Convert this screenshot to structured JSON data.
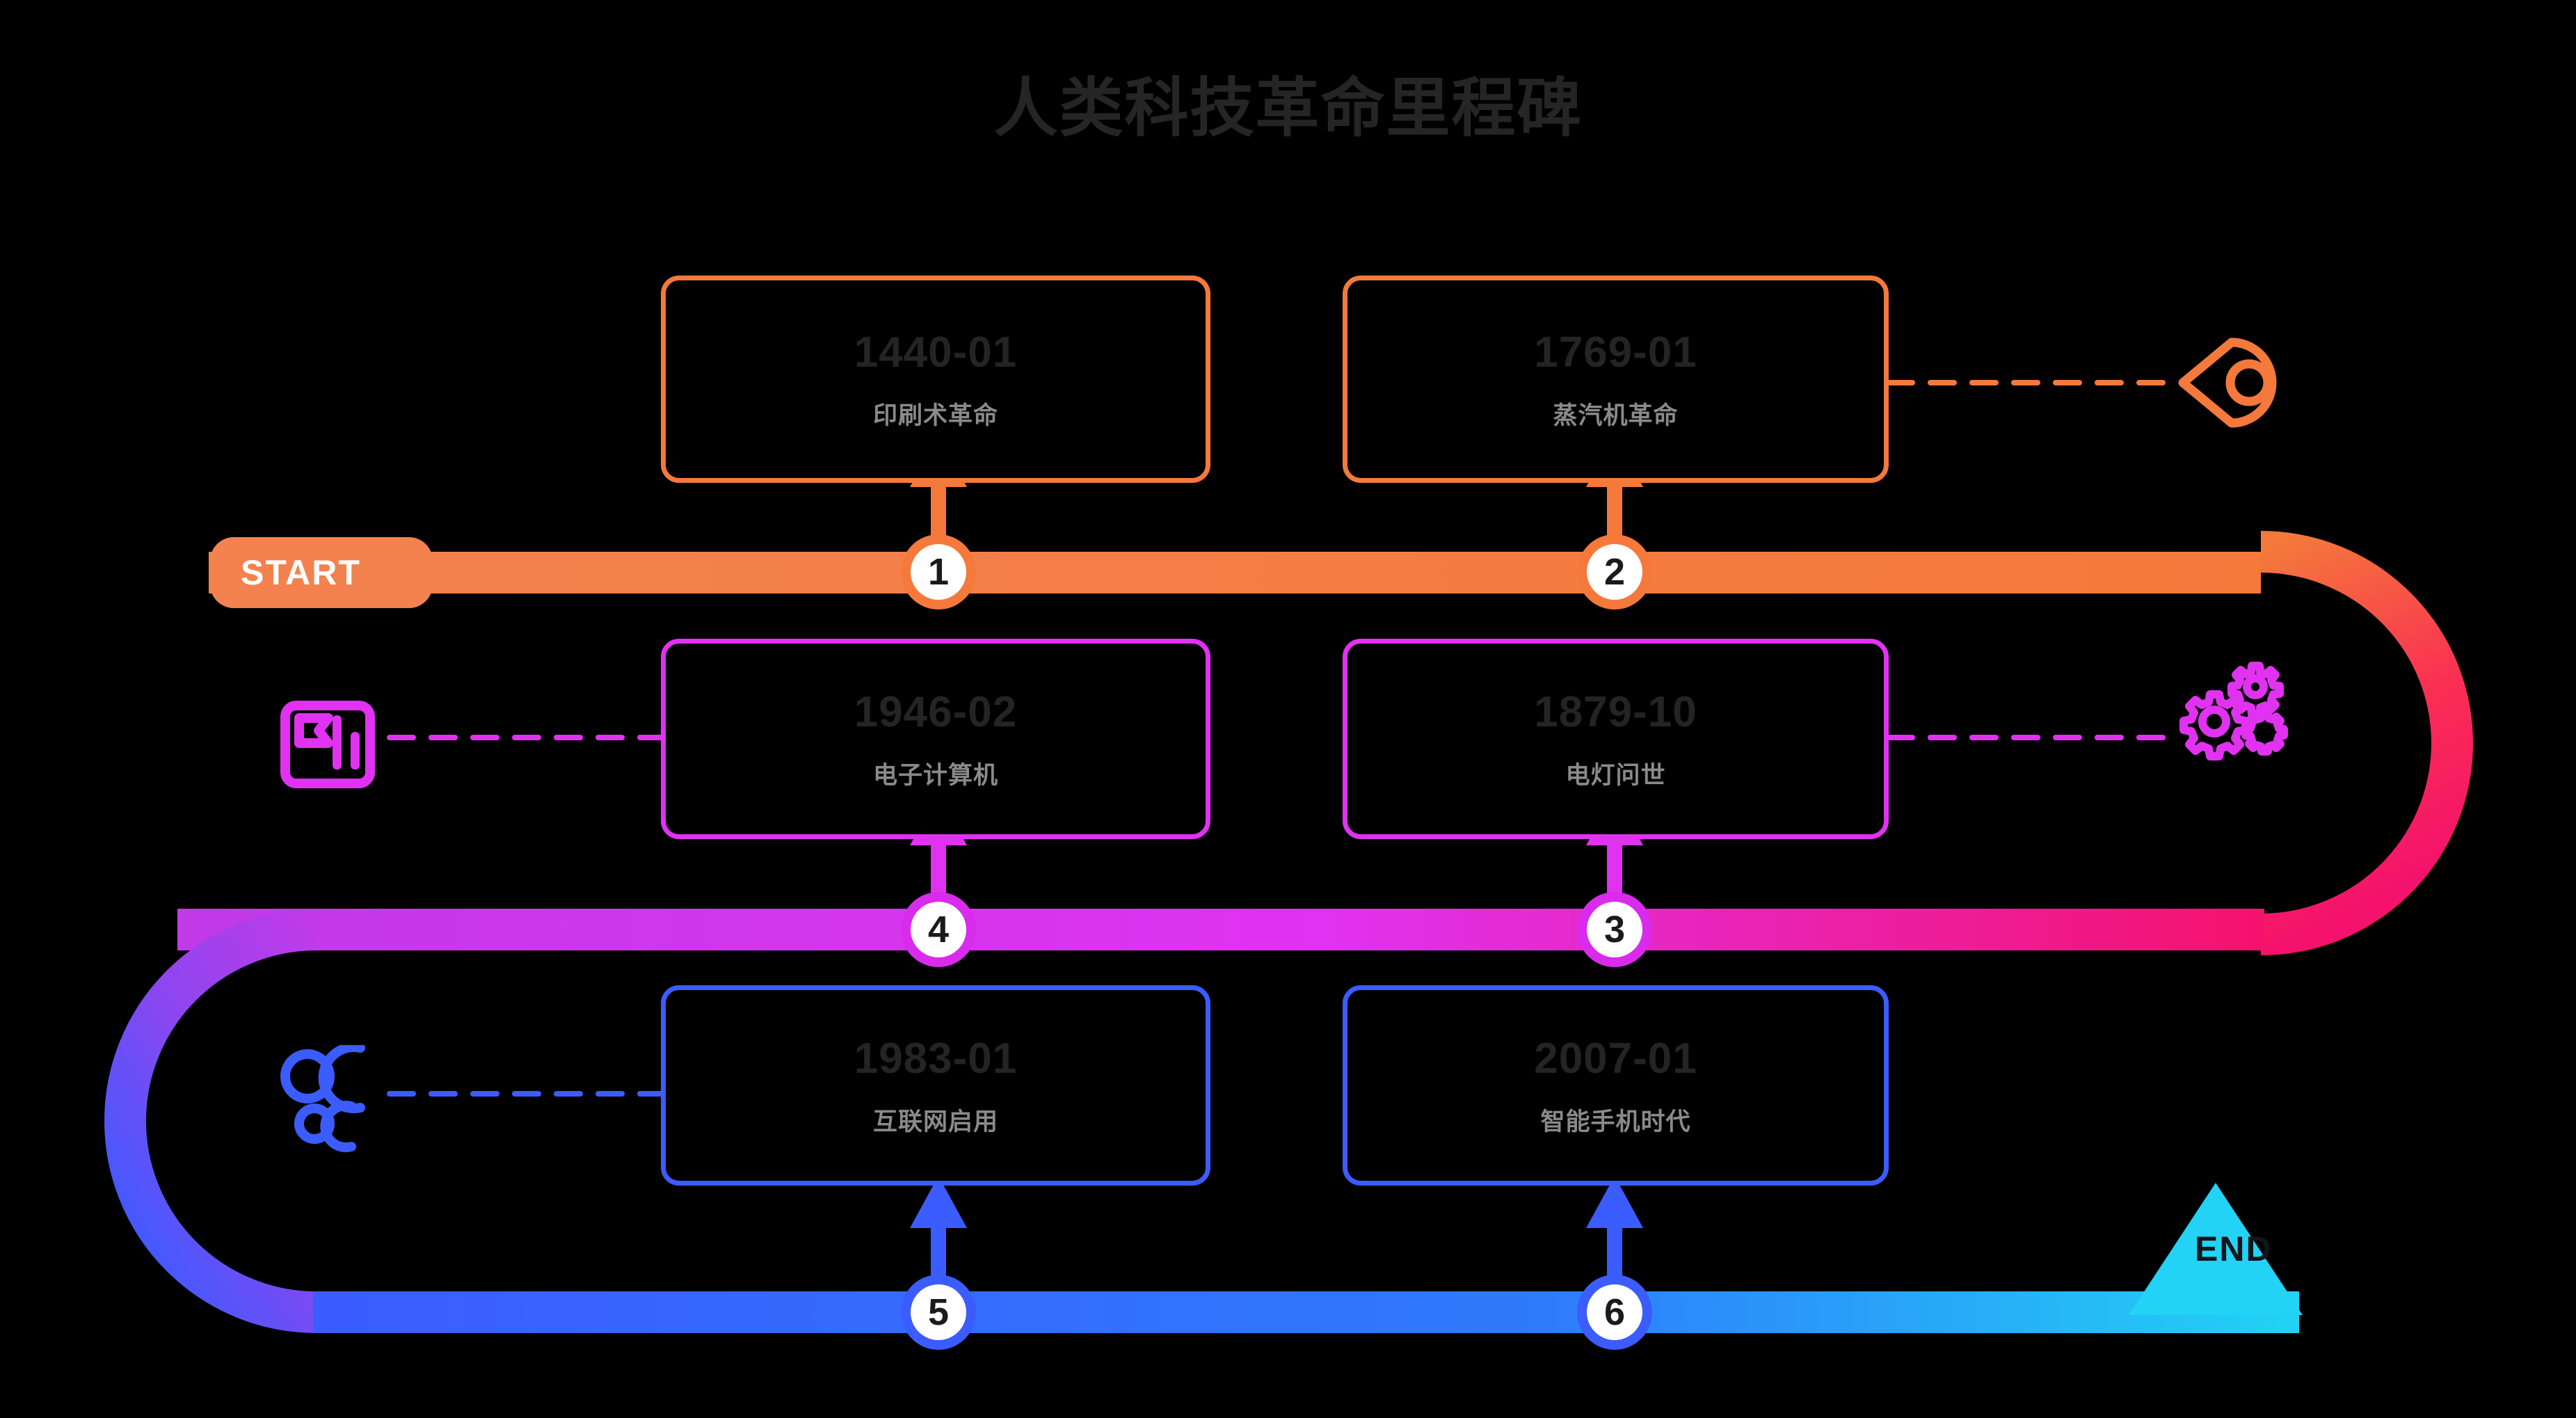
{
  "title": "人类科技革命里程碑",
  "road": {
    "start_label": "START",
    "end_label": "END",
    "start_color": "#F4824E",
    "end_color": "#22D3F5",
    "gradient_stops": [
      "#F4824E",
      "#FA3055",
      "#F01E6E",
      "#C13AE8",
      "#8B46F0",
      "#3B5CFF",
      "#22D3F5"
    ]
  },
  "milestones": [
    {
      "num": "1",
      "date": "1440-01",
      "label": "印刷术革命",
      "color": "#F4793B"
    },
    {
      "num": "2",
      "date": "1769-01",
      "label": "蒸汽机革命",
      "color": "#F4793B"
    },
    {
      "num": "3",
      "date": "1879-10",
      "label": "电灯问世",
      "color": "#E032F0"
    },
    {
      "num": "4",
      "date": "1946-02",
      "label": "电子计算机",
      "color": "#E032F0"
    },
    {
      "num": "5",
      "date": "1983-01",
      "label": "互联网启用",
      "color": "#3B5CFF"
    },
    {
      "num": "6",
      "date": "2007-01",
      "label": "智能手机时代",
      "color": "#3B5CFF"
    }
  ],
  "decor_icons": [
    {
      "name": "location-pin-icon",
      "color": "#F4793B"
    },
    {
      "name": "chart-flag-icon",
      "color": "#E032F0"
    },
    {
      "name": "gears-icon",
      "color": "#E032F0"
    },
    {
      "name": "alpha-symbols-icon",
      "color": "#3B5CFF"
    }
  ]
}
